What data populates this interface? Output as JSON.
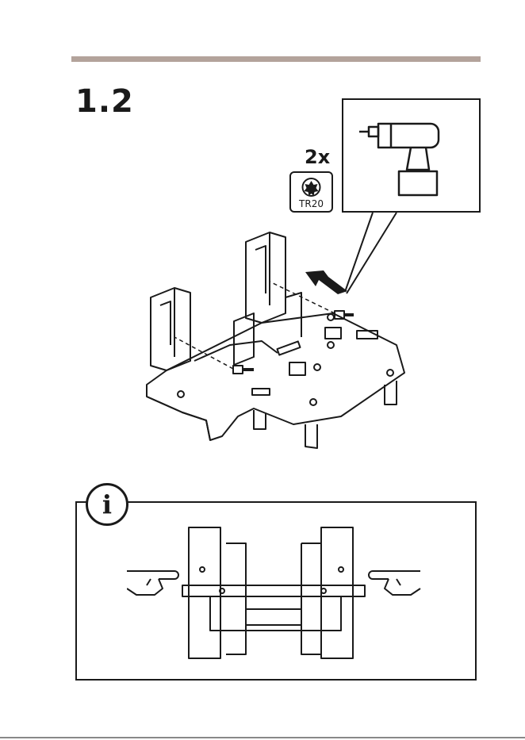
{
  "step": {
    "number": "1.2"
  },
  "fasteners": {
    "quantity": "2x",
    "bit": "TR20"
  },
  "tools": {
    "drill": "power-drill-icon",
    "bit": "torx-bit-icon"
  },
  "notice": {
    "glyph": "i",
    "icon": "info-icon"
  },
  "colors": {
    "rule": "#b3a39b",
    "line": "#1a1a1a"
  }
}
